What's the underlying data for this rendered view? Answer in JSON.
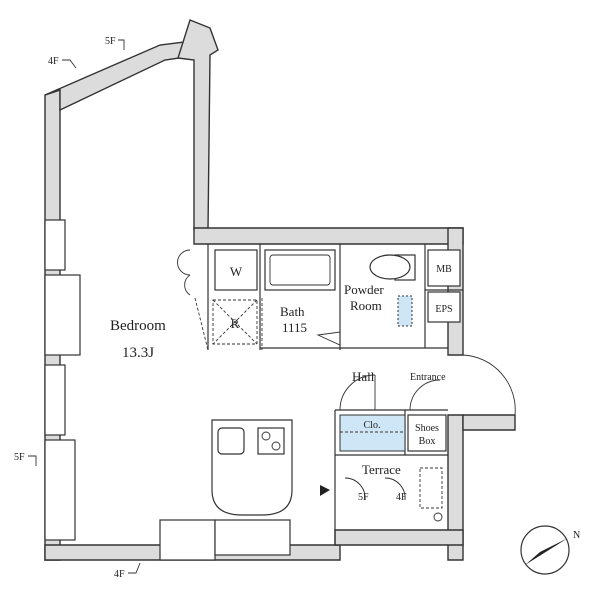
{
  "rooms": {
    "bedroom": "Bedroom",
    "bedroom_area": "13.3J",
    "bath": "Bath",
    "bath_size": "1115",
    "powder_room_line1": "Powder",
    "powder_room_line2": "Room",
    "hall": "Hall",
    "entrance": "Entrance",
    "terrace": "Terrace"
  },
  "fixtures": {
    "washer": "W",
    "refrigerator": "R",
    "closet": "Clo.",
    "shoes_box_line1": "Shoes",
    "shoes_box_line2": "Box",
    "meter_box": "MB",
    "eps": "EPS"
  },
  "floor_marks": {
    "top_5f": "5F",
    "top_4f": "4F",
    "left_5f": "5F",
    "bottom_4f": "4F",
    "terrace_5f": "5F",
    "terrace_4f": "4F"
  },
  "compass": {
    "label": "N"
  },
  "colors": {
    "wall_fill": "#dcdcdc",
    "line": "#333333",
    "closet_fill": "#cfe6f7",
    "background": "#ffffff"
  }
}
